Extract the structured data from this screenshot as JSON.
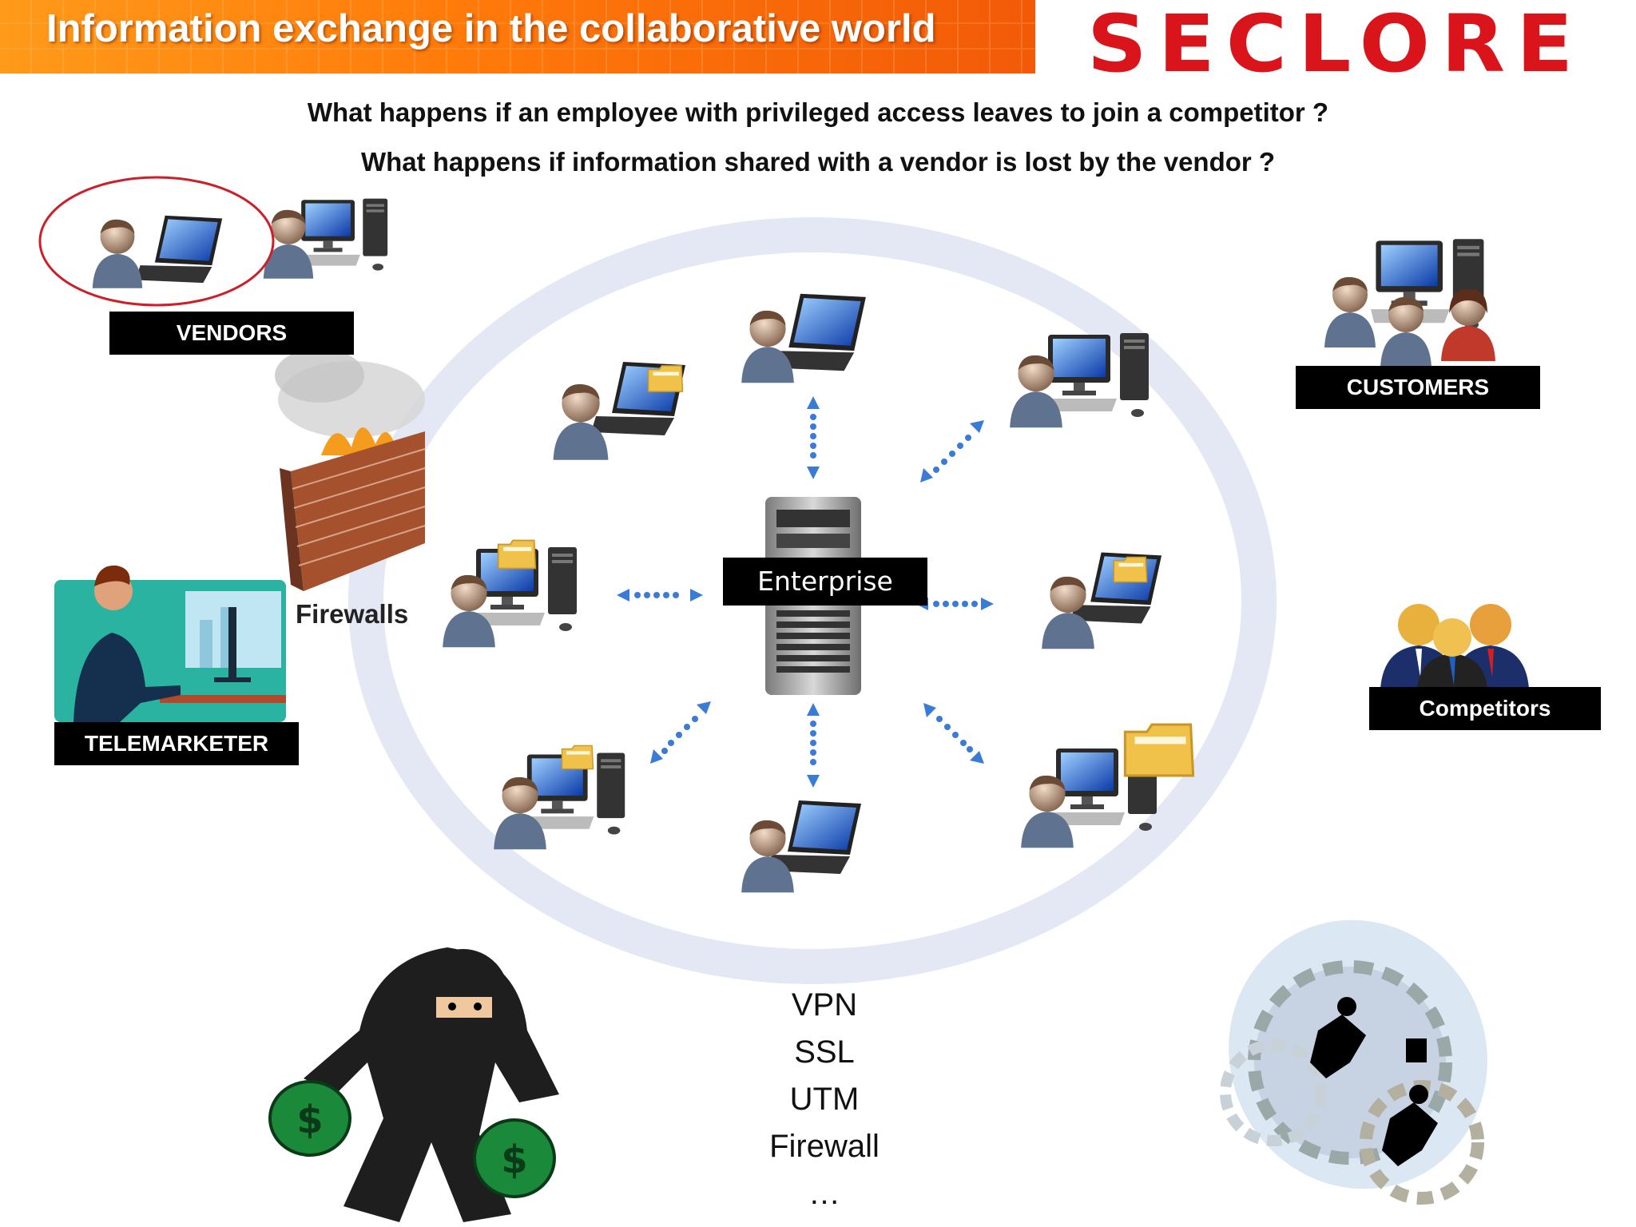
{
  "header": {
    "title": "Information exchange in the collaborative world",
    "logo_text": "SECLORE"
  },
  "questions": [
    "What happens if an employee with privileged access leaves to join a competitor ?",
    "What happens if information shared with a vendor is lost by the vendor ?"
  ],
  "labels": {
    "vendors": "VENDORS",
    "customers": "CUSTOMERS",
    "competitors": "Competitors",
    "telemarketer": "TELEMARKETER",
    "firewalls": "Firewalls",
    "enterprise": "Enterprise"
  },
  "security_list": [
    "VPN",
    "SSL",
    "UTM",
    "Firewall",
    "…"
  ],
  "colors": {
    "banner_orange": "#ff7a0a",
    "logo_red": "#d9141b",
    "ring": "#e3e8f4",
    "arrow_blue": "#3a7bd5",
    "vendor_circle": "#cc1f2a"
  },
  "icons": [
    "user-laptop-icon",
    "user-desktop-icon",
    "server-icon",
    "firewall-icon",
    "thief-icon",
    "business-gears-icon",
    "telemarketer-icon",
    "competitors-icon",
    "customers-icon"
  ]
}
